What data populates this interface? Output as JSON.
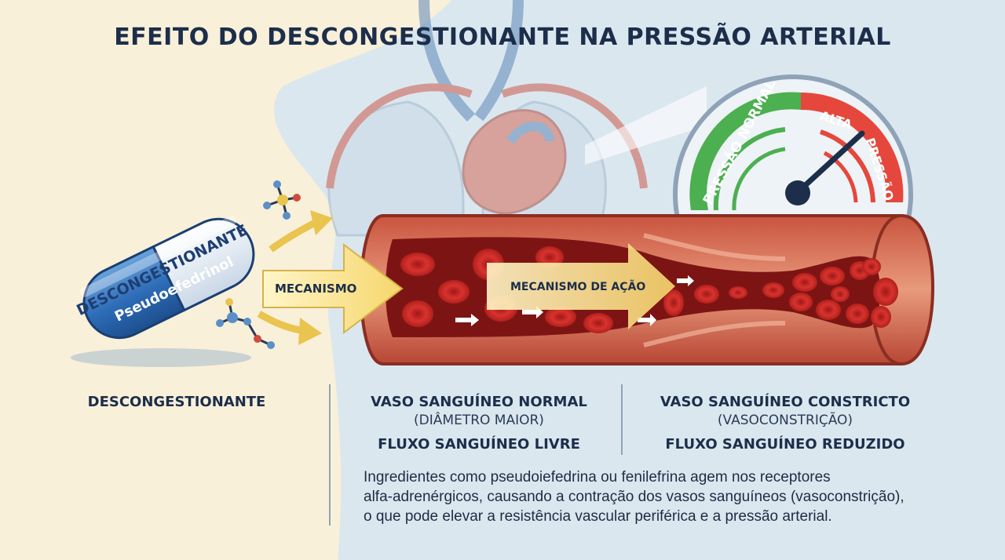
{
  "title": "EFEITO DO DESCONGESTIONANTE NA PRESSÃO ARTERIAL",
  "pill": {
    "name": "DESCONGESTIONANTE",
    "ingredient": "Pseudoefedrinol"
  },
  "arrows": {
    "mechanism": "MECANISMO",
    "mechanism_of_action": "MECANISMO DE AÇÃO"
  },
  "gauge": {
    "normal_label": "PRESSÃO NORMAL",
    "high_label_1": "ALTA",
    "high_label_2": "PRESSÃO",
    "colors": {
      "normal": "#4caf50",
      "high": "#e5473c"
    }
  },
  "columns": {
    "decongestant": "DESCONGESTIONANTE",
    "normal_vessel": {
      "title": "VASO SANGUÍNEO NORMAL",
      "subtitle": "(DIÂMETRO MAIOR)",
      "flow": "FLUXO SANGUÍNEO LIVRE"
    },
    "constricted_vessel": {
      "title": "VASO SANGUÍNEO CONSTRICTO",
      "subtitle": "(VASOCONSTRIÇÃO)",
      "flow": "FLUXO SANGUÍNEO REDUZIDO"
    }
  },
  "description": {
    "line1": "Ingredientes como pseudoiefedrina ou fenilefrina agem nos receptores",
    "line2": "alfa-adrenérgicos, causando a contração dos vasos sanguíneos (vasoconstrição),",
    "line3": "o que pode elevar a resistência vascular periférica e a pressão arterial."
  }
}
